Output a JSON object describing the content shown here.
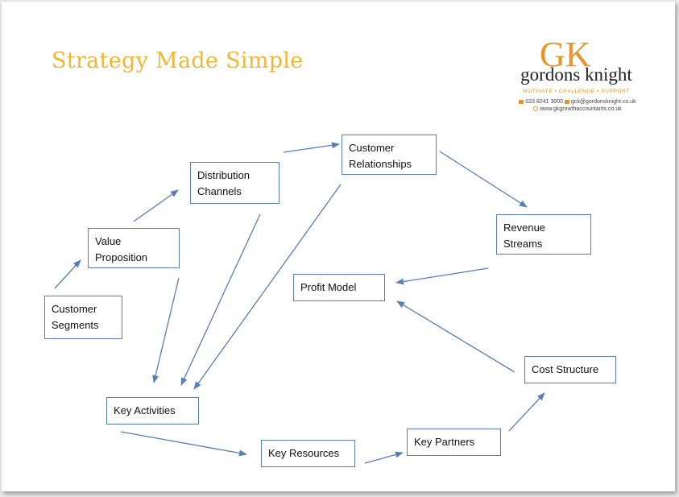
{
  "title": "Strategy Made Simple",
  "logo": {
    "mark": "GK",
    "name": "gordons knight",
    "tagline": "MOTIVATE • CHALLENGE • SUPPORT",
    "phone": "023 8241 3000",
    "email": "gck@gordonsknight.co.uk",
    "website": "www.gkgrowthaccountants.co.uk",
    "accent_color": "#e8942a"
  },
  "nodes": {
    "customer_segments": "Customer\nSegments",
    "value_proposition": "Value\nProposition",
    "distribution_channels": "Distribution\nChannels",
    "customer_relationships": "Customer\nRelationships",
    "revenue_streams": "Revenue\nStreams",
    "profit_model": "Profit Model",
    "key_activities": "Key Activities",
    "key_resources": "Key Resources",
    "key_partners": "Key Partners",
    "cost_structure": "Cost Structure"
  },
  "edges": [
    [
      "customer_segments",
      "value_proposition"
    ],
    [
      "value_proposition",
      "distribution_channels"
    ],
    [
      "distribution_channels",
      "customer_relationships"
    ],
    [
      "customer_relationships",
      "revenue_streams"
    ],
    [
      "revenue_streams",
      "profit_model"
    ],
    [
      "value_proposition",
      "key_activities"
    ],
    [
      "distribution_channels",
      "key_activities"
    ],
    [
      "customer_relationships",
      "key_activities"
    ],
    [
      "key_activities",
      "key_resources"
    ],
    [
      "key_resources",
      "key_partners"
    ],
    [
      "key_partners",
      "cost_structure"
    ],
    [
      "cost_structure",
      "profit_model"
    ]
  ],
  "colors": {
    "title": "#f1b733",
    "box_border": "#5b7db8",
    "arrow": "#5b7db8"
  }
}
